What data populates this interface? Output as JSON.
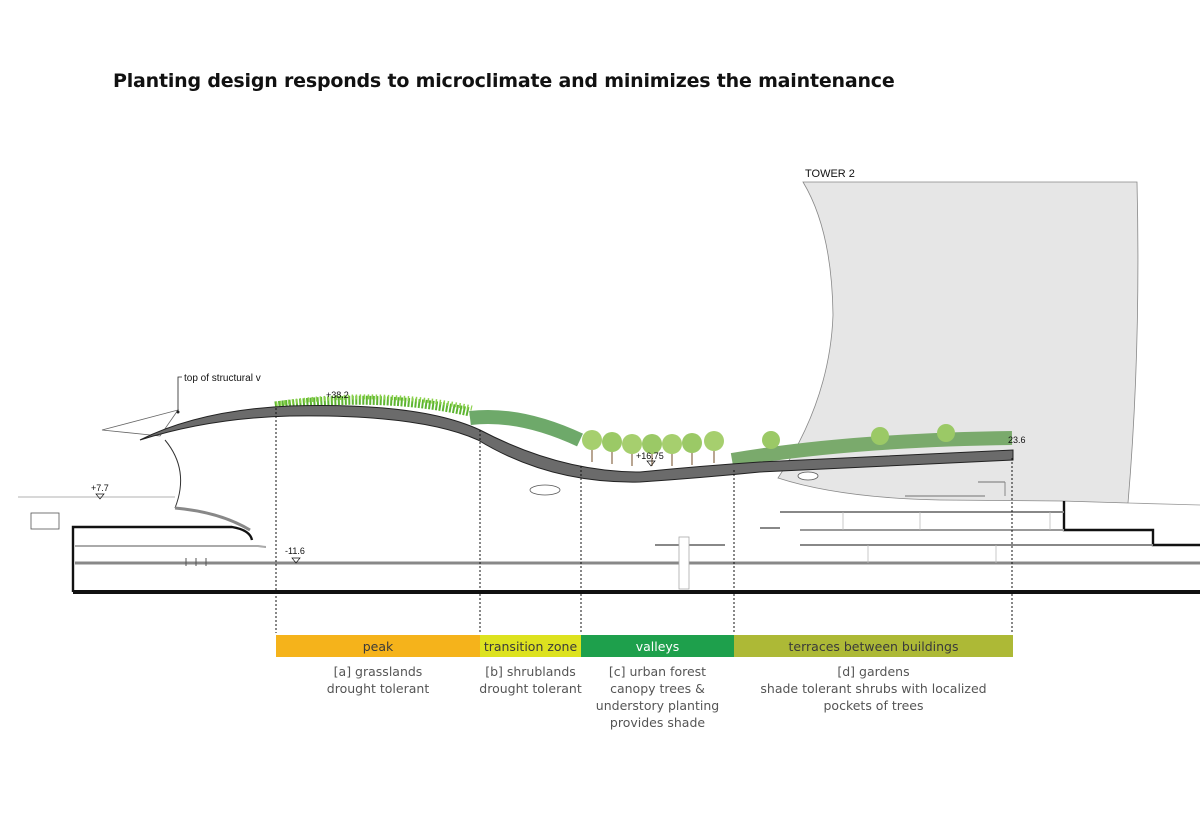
{
  "title": "Planting design responds to microclimate and minimizes the maintenance",
  "section": {
    "tower_label": "TOWER 2",
    "structural_note": "top of structural v",
    "elevations": [
      "+38.2",
      "+16.75",
      "23.6",
      "+7.7",
      "-11.6"
    ]
  },
  "zones": [
    {
      "label": "peak",
      "color": "#f5b31b"
    },
    {
      "label": "transition zone",
      "color": "#dde21f"
    },
    {
      "label": "valleys",
      "color": "#1ea04c"
    },
    {
      "label": "terraces between buildings",
      "color": "#adb936"
    }
  ],
  "descriptions": [
    {
      "head": "[a] grasslands",
      "lines": [
        "drought tolerant"
      ]
    },
    {
      "head": "[b] shrublands",
      "lines": [
        "drought tolerant"
      ]
    },
    {
      "head": "[c] urban forest",
      "lines": [
        "canopy trees &",
        "understory planting",
        "provides shade"
      ]
    },
    {
      "head": "[d] gardens",
      "lines": [
        "shade tolerant shrubs with localized",
        "pockets of trees"
      ]
    }
  ]
}
